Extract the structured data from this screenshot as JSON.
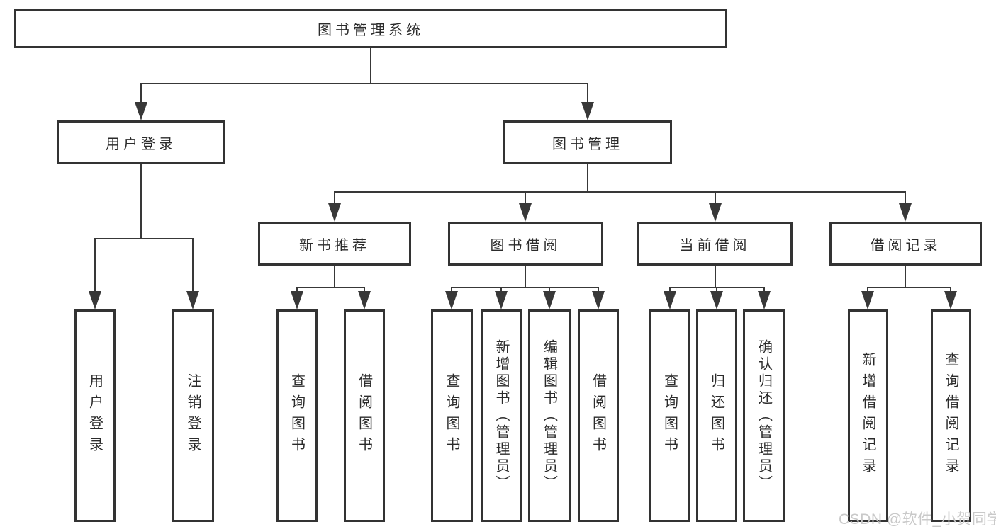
{
  "tree": {
    "label": "图书管理系统",
    "children": [
      {
        "label": "用户登录",
        "children": [
          {
            "label": "用户登录"
          },
          {
            "label": "注销登录"
          }
        ]
      },
      {
        "label": "图书管理",
        "children": [
          {
            "label": "新书推荐",
            "children": [
              {
                "label": "查询图书"
              },
              {
                "label": "借阅图书"
              }
            ]
          },
          {
            "label": "图书借阅",
            "children": [
              {
                "label": "查询图书"
              },
              {
                "label": "新增图书（管理员）"
              },
              {
                "label": "编辑图书（管理员）"
              },
              {
                "label": "借阅图书"
              }
            ]
          },
          {
            "label": "当前借阅",
            "children": [
              {
                "label": "查询图书"
              },
              {
                "label": "归还图书"
              },
              {
                "label": "确认归还（管理员）"
              }
            ]
          },
          {
            "label": "借阅记录",
            "children": [
              {
                "label": "新增借阅记录"
              },
              {
                "label": "查询借阅记录"
              }
            ]
          }
        ]
      }
    ]
  },
  "watermark": {
    "text": "CSDN @软件_小贺同学"
  },
  "colors": {
    "line": "#383838",
    "box_border": "#333333",
    "text": "#2b2b2b",
    "background": "#ffffff",
    "watermark": "#c9c9c9"
  }
}
